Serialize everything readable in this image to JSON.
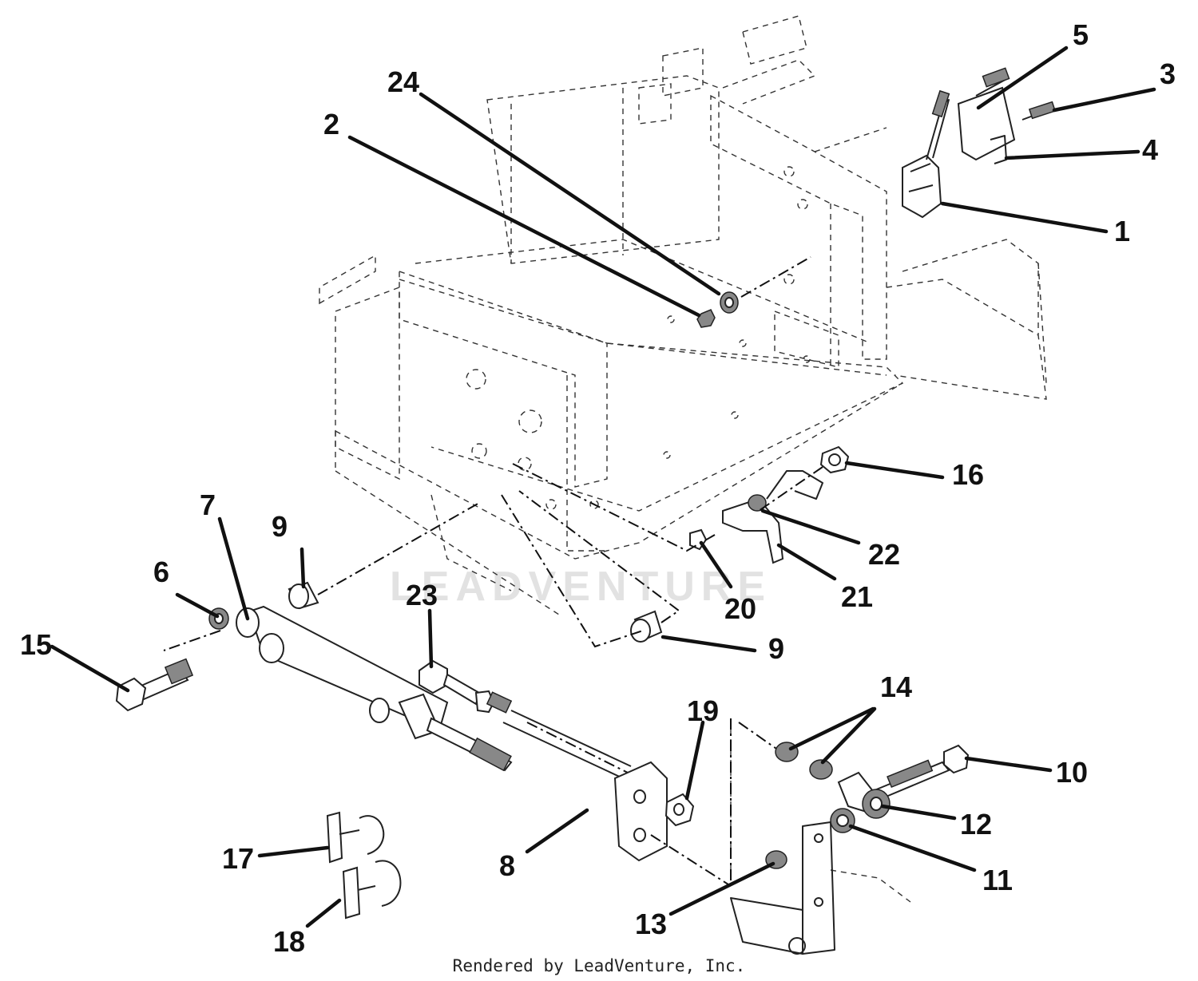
{
  "watermark": "LEADVENTURE",
  "credit": "Rendered by LeadVenture, Inc.",
  "callouts": [
    {
      "id": "1",
      "label": "1"
    },
    {
      "id": "2",
      "label": "2"
    },
    {
      "id": "3",
      "label": "3"
    },
    {
      "id": "4",
      "label": "4"
    },
    {
      "id": "5",
      "label": "5"
    },
    {
      "id": "6",
      "label": "6"
    },
    {
      "id": "7",
      "label": "7"
    },
    {
      "id": "8",
      "label": "8"
    },
    {
      "id": "9a",
      "label": "9"
    },
    {
      "id": "9b",
      "label": "9"
    },
    {
      "id": "10",
      "label": "10"
    },
    {
      "id": "11",
      "label": "11"
    },
    {
      "id": "12",
      "label": "12"
    },
    {
      "id": "13",
      "label": "13"
    },
    {
      "id": "14",
      "label": "14"
    },
    {
      "id": "15",
      "label": "15"
    },
    {
      "id": "16",
      "label": "16"
    },
    {
      "id": "17",
      "label": "17"
    },
    {
      "id": "18",
      "label": "18"
    },
    {
      "id": "19",
      "label": "19"
    },
    {
      "id": "20",
      "label": "20"
    },
    {
      "id": "21",
      "label": "21"
    },
    {
      "id": "22",
      "label": "22"
    },
    {
      "id": "23",
      "label": "23"
    },
    {
      "id": "24",
      "label": "24"
    }
  ]
}
